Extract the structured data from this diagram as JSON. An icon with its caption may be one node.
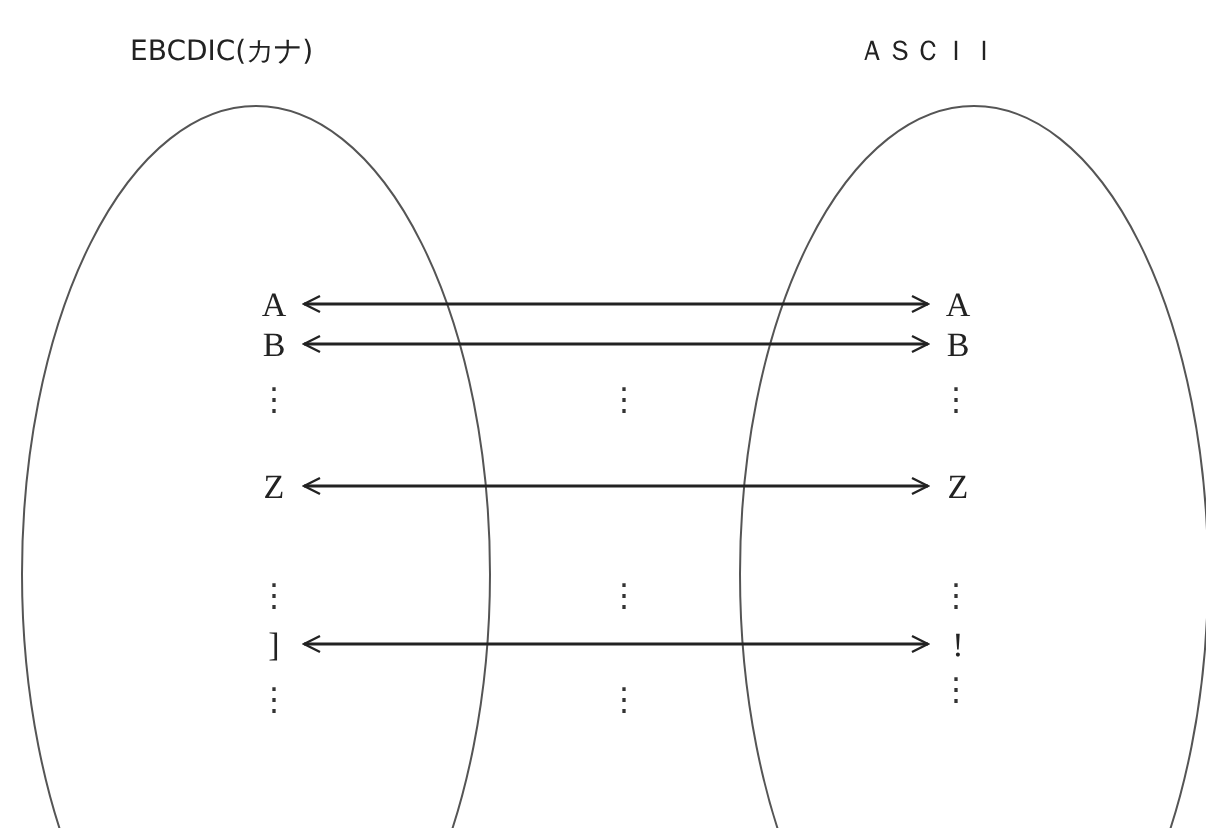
{
  "diagram": {
    "nodes": [
      {
        "text": [
          "EBCDIC(カナ)"
        ]
      },
      {
        "text": [
          "A"
        ],
        "in": 0
      },
      {
        "text": [
          "B"
        ],
        "in": 0
      },
      {
        "text": [
          "Z"
        ],
        "in": 0
      },
      {
        "text": [
          "]"
        ],
        "in": 0
      },
      {
        "text": [
          "ＡＳＣＩＩ"
        ]
      },
      {
        "text": [
          "A"
        ],
        "in": 5
      },
      {
        "text": [
          "B"
        ],
        "in": 5
      },
      {
        "text": [
          "Z"
        ],
        "in": 5
      },
      {
        "text": [
          "!"
        ],
        "in": 5
      }
    ],
    "edges": [
      {
        "from": 1,
        "to": 6,
        "arrow": "both"
      },
      {
        "from": 2,
        "to": 7,
        "arrow": "both"
      },
      {
        "from": 3,
        "to": 8,
        "arrow": "both"
      },
      {
        "from": 4,
        "to": 9,
        "arrow": "both"
      }
    ],
    "labels": [
      "⋮",
      "⋮",
      "⋮",
      "⋮",
      "⋮",
      "⋮",
      "⋮",
      "⋮",
      "⋮"
    ]
  }
}
